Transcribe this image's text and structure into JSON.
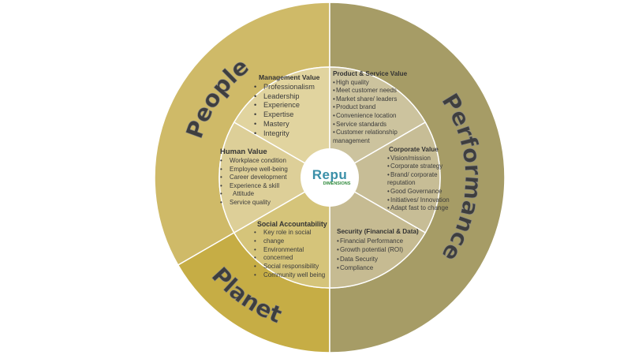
{
  "outer": {
    "people": "People",
    "performance": "Performance",
    "planet": "Planet"
  },
  "logo": {
    "line1": "Repu",
    "line2": "DIMENSIONS"
  },
  "segments": {
    "management": {
      "title": "Management Value",
      "items": [
        "Professionalism",
        "Leadership",
        "Experience",
        "Expertise",
        "Mastery",
        "Integrity"
      ]
    },
    "human": {
      "title": "Human Value",
      "items": [
        "Workplace condition",
        "Employee well-being",
        "Career development",
        "Experience  & skill",
        "  Attitude",
        "Service quality"
      ]
    },
    "social": {
      "title": "Social Accountability",
      "items": [
        "Key role in social",
        "change",
        "Environmental",
        "concerned",
        "Social responsibility",
        "Community well being"
      ]
    },
    "product": {
      "title": "Product  & Service Value",
      "items": [
        "High quality",
        "Meet customer needs",
        "Market share/ leaders",
        "Product brand",
        "Convenience  location",
        "Service standards",
        "Customer relationship management"
      ]
    },
    "corporate": {
      "title": "Corporate Value",
      "items": [
        "Vision/mission",
        "Corporate strategy",
        "Brand/ corporate reputation",
        "Good  Governance",
        "Initiatives/ Innovation",
        "Adapt fast to change"
      ]
    },
    "security": {
      "title": "Security (Financial & Data)",
      "items": [
        "Financial Performance",
        "Growth potential (ROI)",
        "Data Security",
        "Compliance"
      ]
    }
  },
  "colors": {
    "people": "#cfba68",
    "planet": "#c6ad45",
    "performance": "#a69c66",
    "management": "#e1d49f",
    "human": "#ddcf98",
    "social": "#d5c47a",
    "product": "#ccc39e",
    "corporate": "#c7bd96",
    "security": "#c6bb92"
  }
}
